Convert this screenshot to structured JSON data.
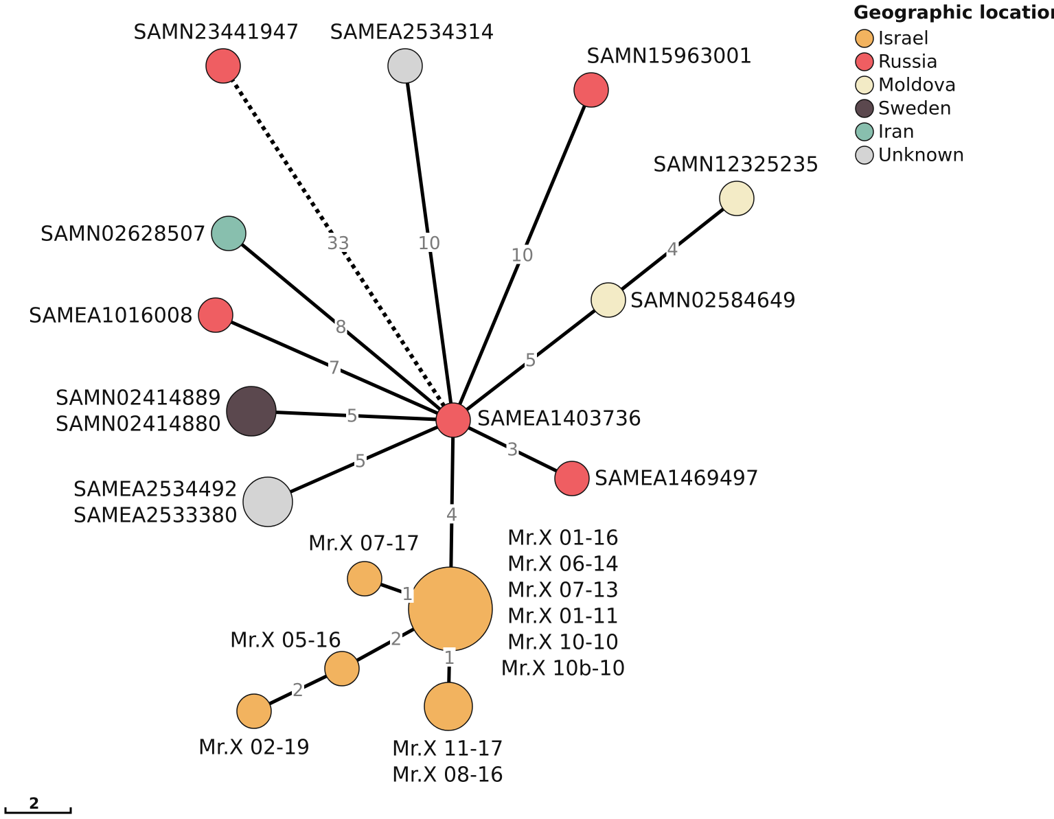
{
  "legend": {
    "title": "Geographic location",
    "items": [
      {
        "label": "Israel",
        "color": "#f2b35f"
      },
      {
        "label": "Russia",
        "color": "#ef5e62"
      },
      {
        "label": "Moldova",
        "color": "#f3ebc6"
      },
      {
        "label": "Sweden",
        "color": "#5b484e"
      },
      {
        "label": "Iran",
        "color": "#88bfae"
      },
      {
        "label": "Unknown",
        "color": "#d4d4d4"
      }
    ]
  },
  "scale_bar": {
    "label": "2"
  },
  "nodes": [
    {
      "id": "center",
      "location": "Russia",
      "labels": [
        "SAMEA1403736"
      ]
    },
    {
      "id": "n1",
      "location": "Russia",
      "labels": [
        "SAMN23441947"
      ]
    },
    {
      "id": "n2",
      "location": "Unknown",
      "labels": [
        "SAMEA2534314"
      ]
    },
    {
      "id": "n3",
      "location": "Russia",
      "labels": [
        "SAMN15963001"
      ]
    },
    {
      "id": "n4",
      "location": "Moldova",
      "labels": [
        "SAMN12325235"
      ]
    },
    {
      "id": "n5",
      "location": "Moldova",
      "labels": [
        "SAMN02584649"
      ]
    },
    {
      "id": "n6",
      "location": "Iran",
      "labels": [
        "SAMN02628507"
      ]
    },
    {
      "id": "n7",
      "location": "Russia",
      "labels": [
        "SAMEA1016008"
      ]
    },
    {
      "id": "n8",
      "location": "Sweden",
      "labels": [
        "SAMN02414889",
        "SAMN02414880"
      ]
    },
    {
      "id": "n9",
      "location": "Unknown",
      "labels": [
        "SAMEA2534492",
        "SAMEA2533380"
      ]
    },
    {
      "id": "n10",
      "location": "Russia",
      "labels": [
        "SAMEA1469497"
      ]
    },
    {
      "id": "big",
      "location": "Israel",
      "labels": [
        "Mr.X 01-16",
        "Mr.X 06-14",
        "Mr.X 07-13",
        "Mr.X 01-11",
        "Mr.X 10-10",
        "Mr.X 10b-10"
      ]
    },
    {
      "id": "x1",
      "location": "Israel",
      "labels": [
        "Mr.X 07-17"
      ]
    },
    {
      "id": "x2",
      "location": "Israel",
      "labels": [
        "Mr.X 05-16"
      ]
    },
    {
      "id": "x3",
      "location": "Israel",
      "labels": [
        "Mr.X 02-19"
      ]
    },
    {
      "id": "x4",
      "location": "Israel",
      "labels": [
        "Mr.X 11-17",
        "Mr.X 08-16"
      ]
    }
  ],
  "edges": [
    {
      "from": "center",
      "to": "n1",
      "label": "33",
      "style": "dotted"
    },
    {
      "from": "center",
      "to": "n2",
      "label": "10",
      "style": "solid"
    },
    {
      "from": "center",
      "to": "n3",
      "label": "10",
      "style": "solid"
    },
    {
      "from": "n5",
      "to": "n4",
      "label": "4",
      "style": "solid"
    },
    {
      "from": "center",
      "to": "n5",
      "label": "5",
      "style": "solid"
    },
    {
      "from": "center",
      "to": "n6",
      "label": "8",
      "style": "solid"
    },
    {
      "from": "center",
      "to": "n7",
      "label": "7",
      "style": "solid"
    },
    {
      "from": "center",
      "to": "n8",
      "label": "5",
      "style": "solid"
    },
    {
      "from": "center",
      "to": "n9",
      "label": "5",
      "style": "solid"
    },
    {
      "from": "center",
      "to": "n10",
      "label": "3",
      "style": "solid"
    },
    {
      "from": "center",
      "to": "big",
      "label": "4",
      "style": "solid"
    },
    {
      "from": "big",
      "to": "x1",
      "label": "1",
      "style": "solid"
    },
    {
      "from": "big",
      "to": "x2",
      "label": "2",
      "style": "solid"
    },
    {
      "from": "x2",
      "to": "x3",
      "label": "2",
      "style": "solid"
    },
    {
      "from": "big",
      "to": "x4",
      "label": "1",
      "style": "solid"
    }
  ]
}
